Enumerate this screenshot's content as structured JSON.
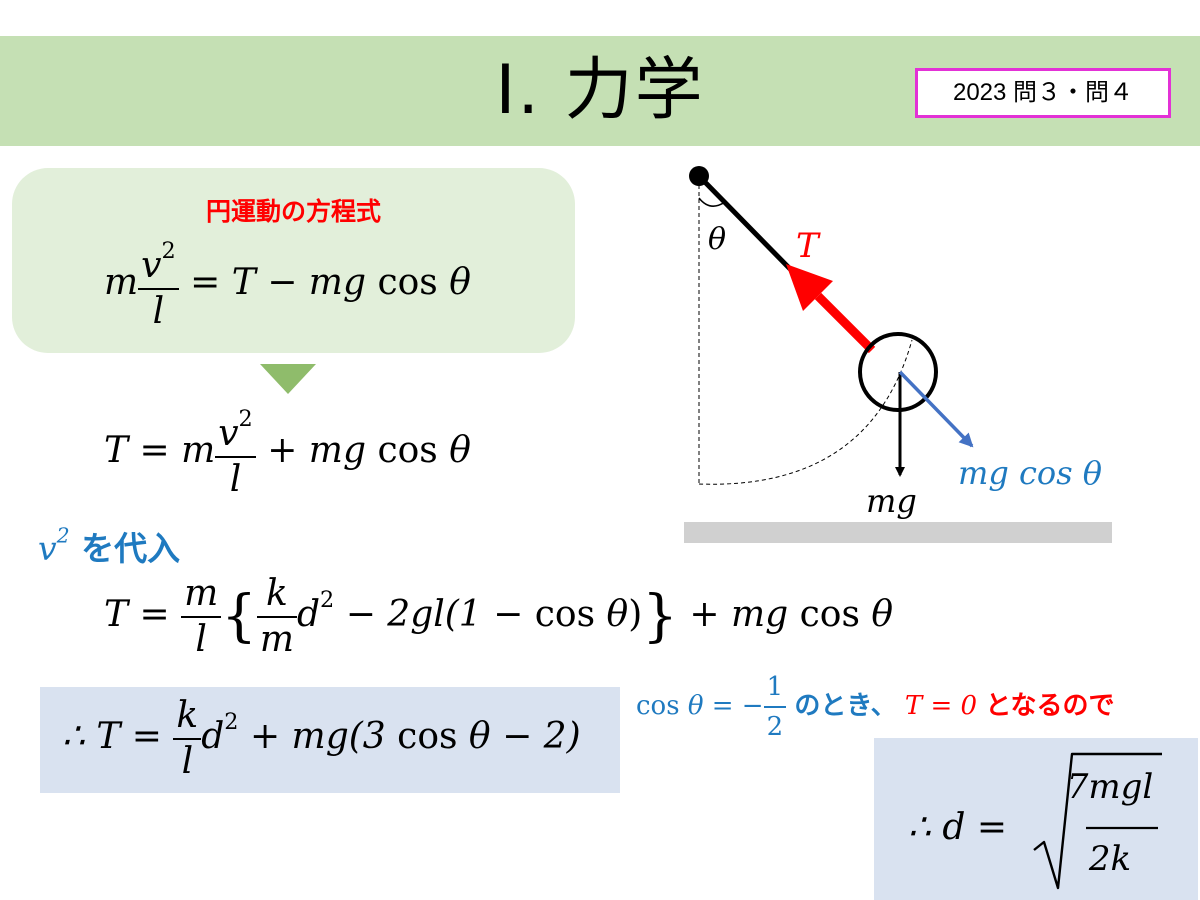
{
  "header": {
    "title": "Ⅰ. 力学",
    "ref_badge": "2023 問３・問４"
  },
  "circular_motion": {
    "heading": "円運動の方程式",
    "eq_m": "m",
    "eq_v": "v",
    "eq_exp": "2",
    "eq_l": "l",
    "eq_rhs": "= T − mg",
    "eq_cos": "cos",
    "eq_theta": "θ"
  },
  "tension_eq": {
    "lhs": "T = m",
    "v": "v",
    "exp": "2",
    "l": "l",
    "rhs": "+ mg",
    "cos": "cos",
    "theta": "θ"
  },
  "substitute": {
    "v": "v",
    "exp": "2",
    "label": " を代入"
  },
  "substituted_eq": {
    "lhs": "T =",
    "m": "m",
    "l": "l",
    "lbrace": "{",
    "k": "k",
    "m2": "m",
    "d": "d",
    "exp": "2",
    "mid": " − 2gl(1 − ",
    "cos": "cos",
    "theta": "θ",
    "close": ")",
    "rbrace": "}",
    "tail": "+ mg",
    "cos2": "cos",
    "theta2": "θ"
  },
  "result_eq": {
    "therefore": "∴ T =",
    "k": "k",
    "l": "l",
    "d": "d",
    "exp": "2",
    "mid": "+ mg(3",
    "cos": "cos",
    "theta": "θ",
    "tail": "− 2)"
  },
  "condition": {
    "cos": "cos",
    "theta": "θ",
    "eq": " = −",
    "num": "1",
    "den": "2",
    "jp1": "のとき、",
    "t0": "T = 0",
    "jp2": "となるので"
  },
  "d_eq": {
    "therefore": "∴ d =",
    "num": "7mgl",
    "den": "2k"
  },
  "diagram": {
    "theta_label": "θ",
    "tension_label": "T",
    "gravity_label": "mg",
    "component_label": "mg cos θ"
  },
  "colors": {
    "title_bar": "#c5e0b4",
    "badge_border": "#e331d6",
    "eq_box": "#e2efda",
    "result_box": "#d9e2f0",
    "red": "#ff0000",
    "blue": "#1f7ac0",
    "component_arrow": "#4472c4"
  }
}
